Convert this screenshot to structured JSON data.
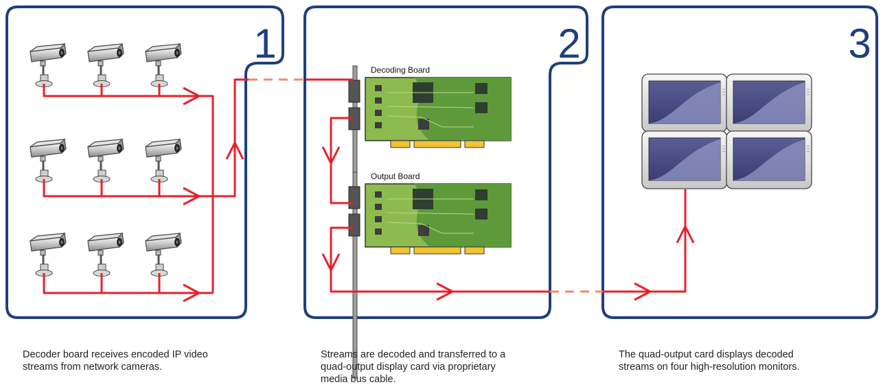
{
  "panels": [
    {
      "number": "1",
      "caption": "Decoder board receives encoded IP video\nstreams from network cameras."
    },
    {
      "number": "2",
      "caption": "Streams are decoded and transferred to a\nquad-output display card via proprietary\nmedia bus cable.",
      "boards": [
        "Decoding Board",
        "Output Board"
      ]
    },
    {
      "number": "3",
      "caption": "The quad-output card displays decoded\nstreams on four high-resolution monitors."
    }
  ],
  "colors": {
    "frame": "#1f3f7d",
    "signal": "#e8202a",
    "link": "#ef8a6a",
    "board": "#8dbb4f"
  },
  "icons": [
    "camera-icon",
    "board-icon",
    "monitor-icon"
  ]
}
